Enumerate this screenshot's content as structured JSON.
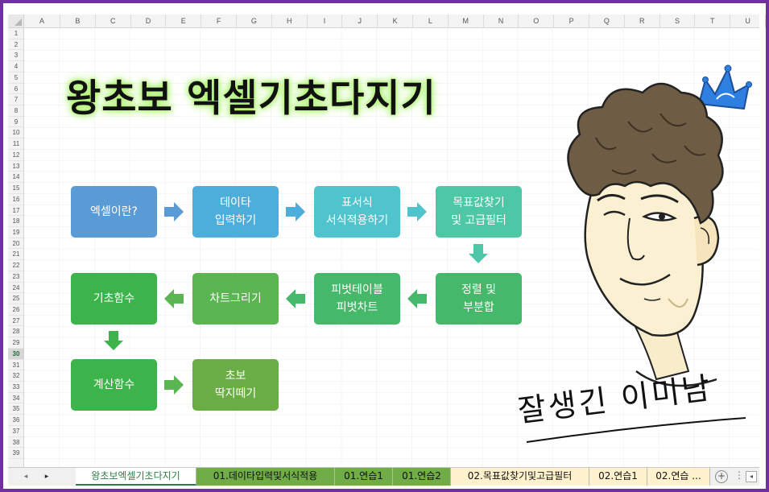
{
  "columns": [
    "A",
    "B",
    "C",
    "D",
    "E",
    "F",
    "G",
    "H",
    "I",
    "J",
    "K",
    "L",
    "M",
    "N",
    "O",
    "P",
    "Q",
    "R",
    "S",
    "T",
    "U"
  ],
  "rows": [
    "1",
    "2",
    "3",
    "4",
    "5",
    "6",
    "7",
    "8",
    "9",
    "10",
    "11",
    "12",
    "13",
    "14",
    "15",
    "16",
    "17",
    "18",
    "19",
    "20",
    "21",
    "22",
    "23",
    "24",
    "25",
    "26",
    "27",
    "28",
    "29",
    "30",
    "31",
    "32",
    "33",
    "34",
    "35",
    "36",
    "37",
    "38",
    "39"
  ],
  "active_row": "30",
  "title": "왕초보 엑셀기초다지기",
  "flow": {
    "step1": "엑셀이란?",
    "step2": [
      "데이타",
      "입력하기"
    ],
    "step3": [
      "표서식",
      "서식적용하기"
    ],
    "step4": [
      "목표값찾기",
      "및 고급필터"
    ],
    "step5": [
      "정렬 및",
      "부분합"
    ],
    "step6": [
      "피벗테이블",
      "피벗차트"
    ],
    "step7": "차트그리기",
    "step8": "기초함수",
    "step9": "계산함수",
    "step10": [
      "초보",
      "딱지떼기"
    ]
  },
  "colors": {
    "blue1": "#5b9bd5",
    "blue2": "#4eaedb",
    "teal1": "#4fc4cc",
    "teal2": "#4dc7a5",
    "green1": "#46b86a",
    "green2": "#5ab552",
    "green3": "#3cb44b",
    "green4": "#6aad45",
    "frame": "#7030a0"
  },
  "signature": "잘생긴 이미남",
  "tabs": {
    "active": "왕초보엑셀기초다지기",
    "t1": "01.데이타입력및서식적용",
    "t2": "01.연습1",
    "t3": "01.연습2",
    "t4": "02.목표값찾기및고급필터",
    "t5": "02.연습1",
    "t6": "02.연습 ...",
    "plus": "+",
    "dots": "⋮"
  },
  "icons": {
    "nav_prev": "◂",
    "nav_next": "▸",
    "scroll_left": "◂"
  }
}
